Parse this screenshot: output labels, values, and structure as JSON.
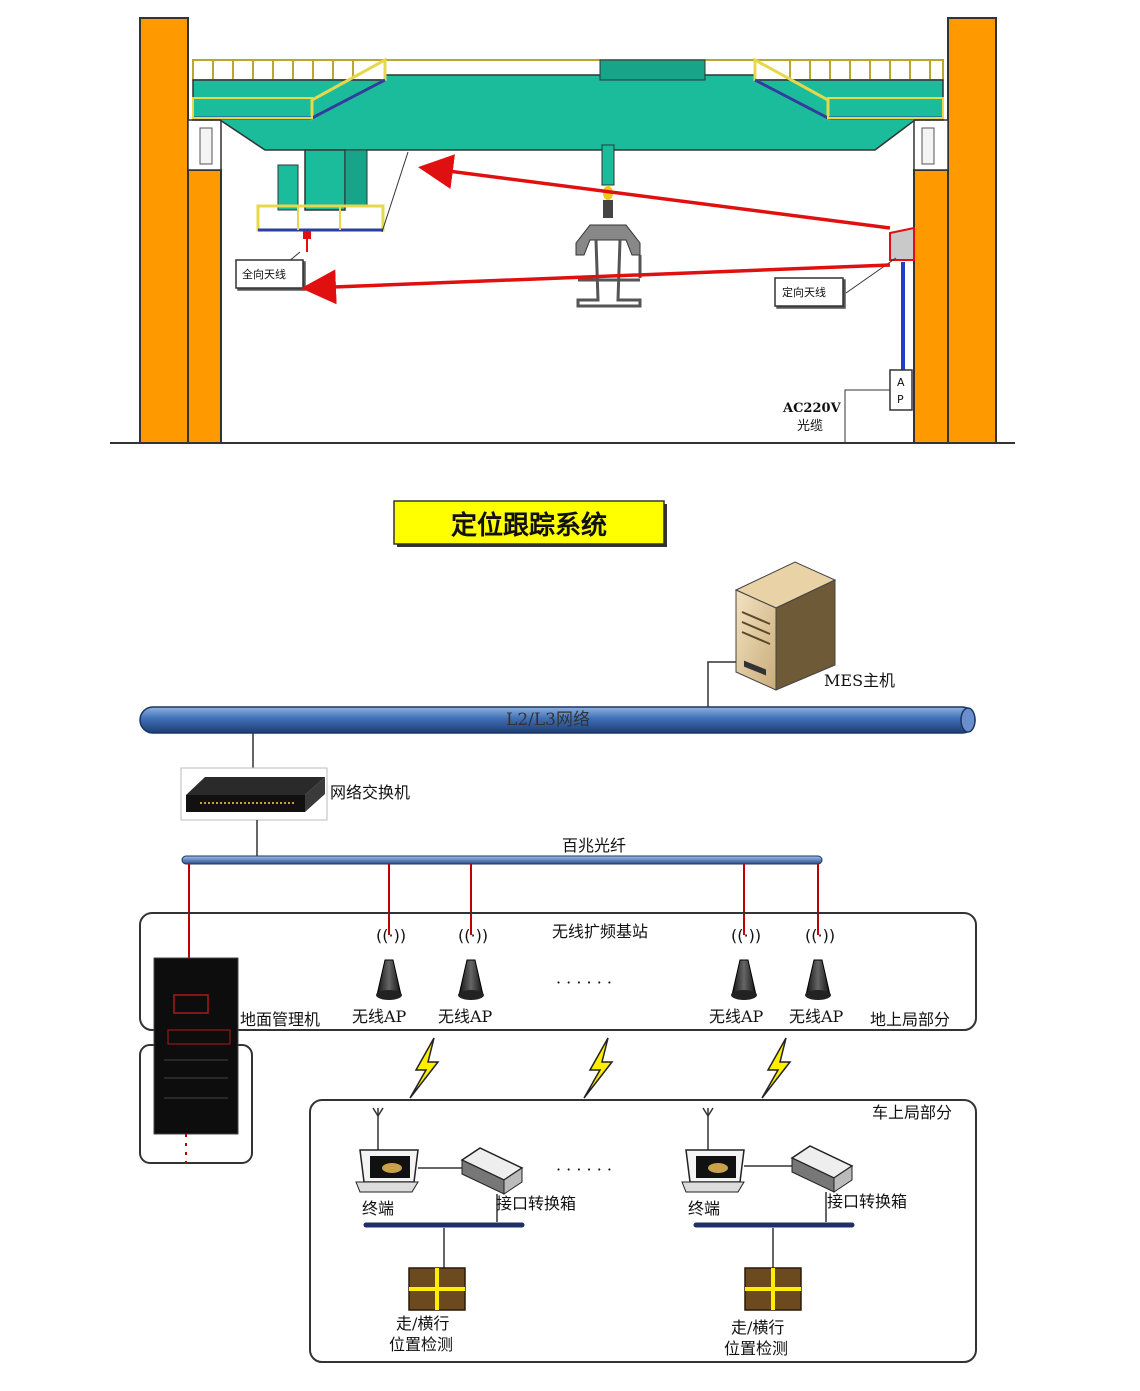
{
  "crane": {
    "omni_antenna_label": "全向天线",
    "directional_antenna_label": "定向天线",
    "ap_letter_a": "A",
    "ap_letter_p": "P",
    "power_label": "AC220V",
    "cable_label": "光缆"
  },
  "system": {
    "title": "定位跟踪系统",
    "mes_label": "MES主机",
    "network_label": "L2/L3网络",
    "switch_label": "网络交换机",
    "fiber_label": "百兆光纤",
    "base_station_label": "无线扩频基站",
    "ground_manager_label": "地面管理机",
    "ap_labels": [
      "无线AP",
      "无线AP",
      "无线AP",
      "无线AP"
    ],
    "ground_section_label": "地上局部分",
    "vehicle_section_label": "车上局部分",
    "terminal_label": "终端",
    "interface_box_label": "接口转换箱",
    "position_detect_line1": "走/横行",
    "position_detect_line2": "位置检测",
    "ellipsis": "· · · · · ·"
  },
  "colors": {
    "pillar": "#ff9900",
    "crane_body": "#1abc9c",
    "rail_yellow": "#f0e060",
    "signal_red": "#e01010",
    "network_blue": "#2e5a9e",
    "title_bg": "#ffff00",
    "lightning": "#ffee00"
  }
}
